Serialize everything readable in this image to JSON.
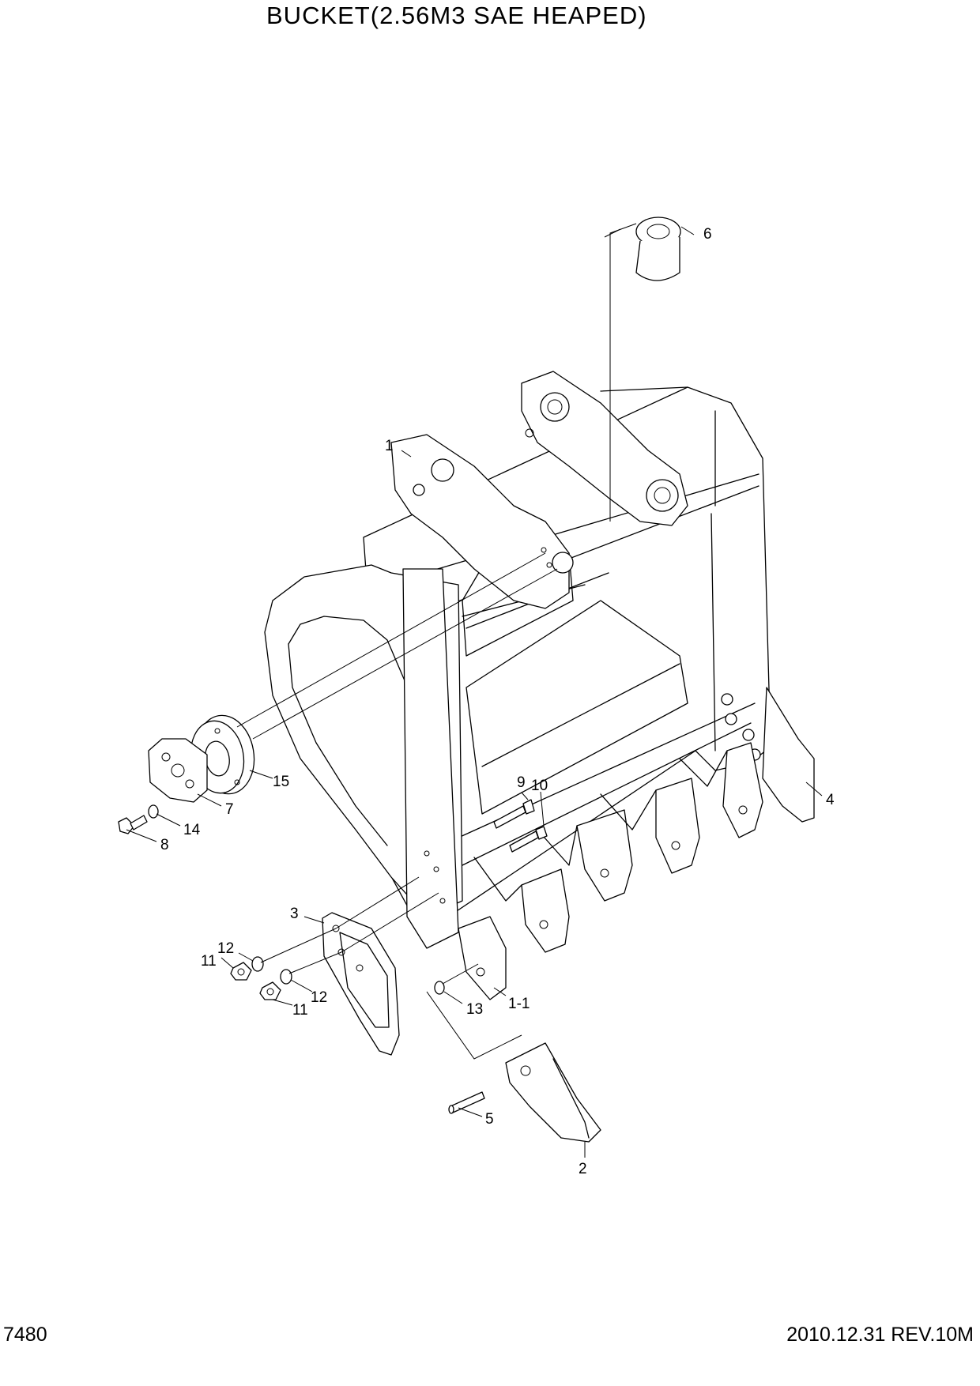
{
  "title": "BUCKET(2.56M3 SAE HEAPED)",
  "footer": {
    "page_code": "7480",
    "date_rev": "2010.12.31  REV.10M"
  },
  "callouts": [
    {
      "id": "c6",
      "label": "6"
    },
    {
      "id": "c1",
      "label": "1"
    },
    {
      "id": "c15",
      "label": "15"
    },
    {
      "id": "c7",
      "label": "7"
    },
    {
      "id": "c14",
      "label": "14"
    },
    {
      "id": "c8",
      "label": "8"
    },
    {
      "id": "c9",
      "label": "9"
    },
    {
      "id": "c10",
      "label": "10"
    },
    {
      "id": "c4",
      "label": "4"
    },
    {
      "id": "c3",
      "label": "3"
    },
    {
      "id": "c12a",
      "label": "12"
    },
    {
      "id": "c11a",
      "label": "11"
    },
    {
      "id": "c12b",
      "label": "12"
    },
    {
      "id": "c11b",
      "label": "11"
    },
    {
      "id": "c13",
      "label": "13"
    },
    {
      "id": "c1-1",
      "label": "1-1"
    },
    {
      "id": "c5",
      "label": "5"
    },
    {
      "id": "c2",
      "label": "2"
    }
  ]
}
